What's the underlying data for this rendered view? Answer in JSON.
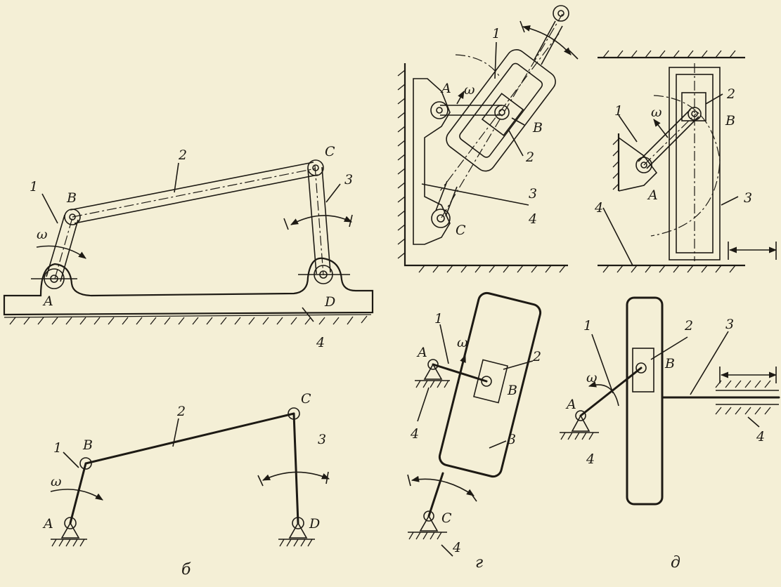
{
  "panels": {
    "a": {
      "labels": {
        "link1": "1",
        "link2": "2",
        "link3": "3",
        "link4": "4",
        "A": "A",
        "B": "B",
        "C": "C",
        "D": "D",
        "omega": "ω"
      }
    },
    "b": {
      "caption": "б",
      "labels": {
        "link1": "1",
        "link2": "2",
        "link3": "3",
        "A": "A",
        "B": "B",
        "C": "C",
        "D": "D",
        "omega": "ω"
      }
    },
    "v": {
      "labels": {
        "link1": "1",
        "link2": "2",
        "link3": "3",
        "link4": "4",
        "A": "A",
        "B": "B",
        "C": "C",
        "omega": "ω"
      }
    },
    "g": {
      "caption": "г",
      "labels": {
        "link1": "1",
        "link2": "2",
        "link3": "3",
        "link4": "4",
        "A": "A",
        "B": "B",
        "C": "C",
        "omega": "ω"
      }
    },
    "vv": {
      "labels": {
        "link1": "1",
        "link2": "2",
        "link3": "3",
        "link4": "4",
        "A": "A",
        "B": "B",
        "omega": "ω"
      }
    },
    "d": {
      "caption": "д",
      "labels": {
        "link1": "1",
        "link2": "2",
        "link3": "3",
        "link4": "4",
        "A": "A",
        "B": "B",
        "omega": "ω"
      }
    }
  }
}
